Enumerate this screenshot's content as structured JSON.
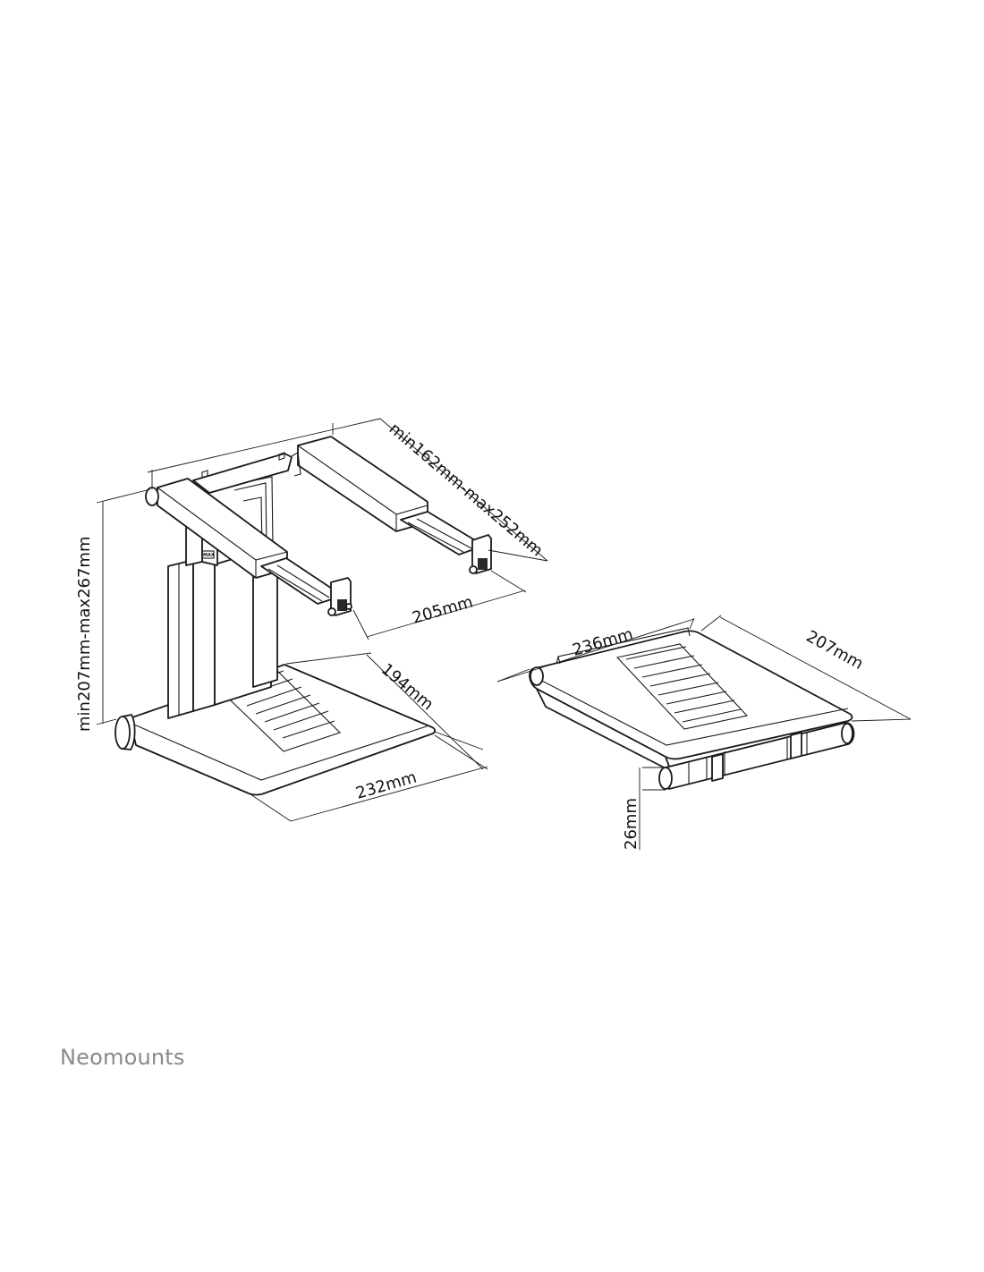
{
  "brand": "Neomounts",
  "product_label": "MAX",
  "dimensions": {
    "height_range": "min207mm-max267mm",
    "width_range": "min162mm-max252mm",
    "arm_depth": "205mm",
    "base_depth": "194mm",
    "base_width": "232mm",
    "folded_width": "236mm",
    "folded_depth": "207mm",
    "folded_height": "26mm"
  }
}
